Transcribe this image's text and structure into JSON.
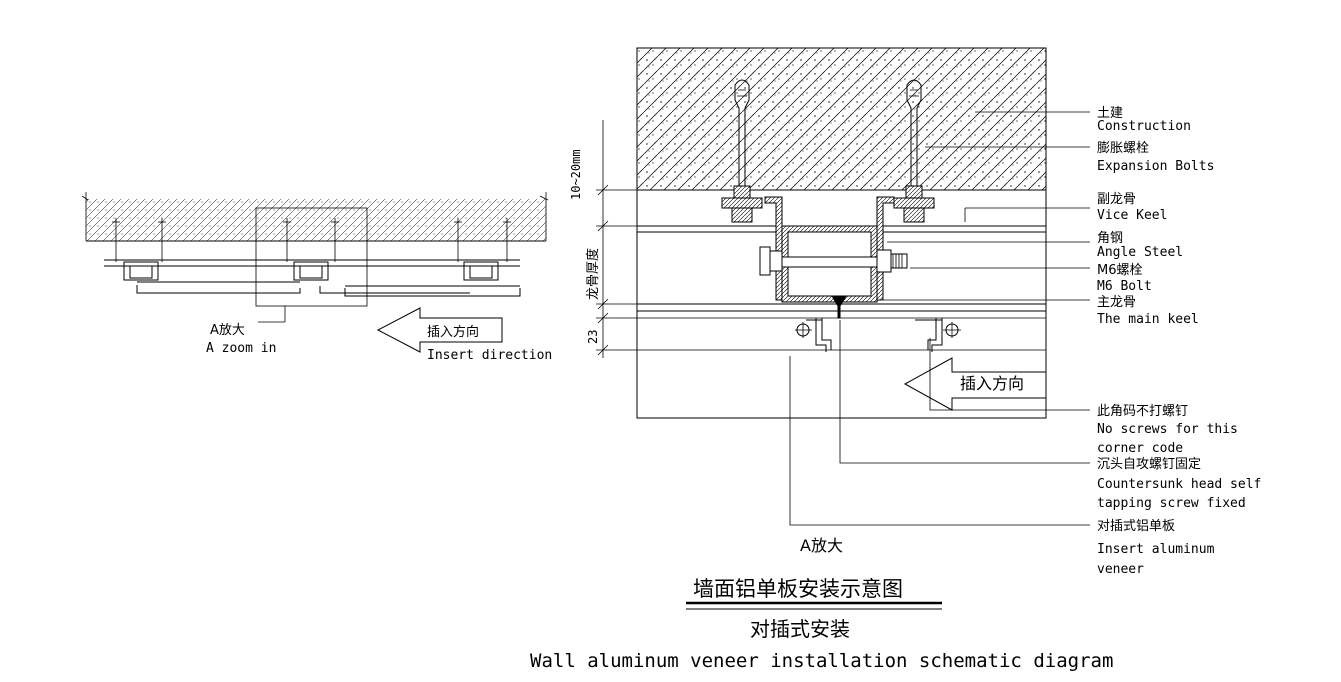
{
  "left_view": {
    "zoom_label_cn": "A放大",
    "zoom_label_en": "A zoom in",
    "insert_direction_cn": "插入方向",
    "insert_direction_en": "Insert direction"
  },
  "dimensions": {
    "gap": "10~20mm",
    "keel_thickness": "龙骨厚度",
    "panel": "23"
  },
  "callouts": [
    {
      "cn": "土建",
      "en": [
        "Construction"
      ]
    },
    {
      "cn": "膨胀螺栓",
      "en": [
        "Expansion Bolts"
      ]
    },
    {
      "cn": "副龙骨",
      "en": [
        "Vice Keel"
      ]
    },
    {
      "cn": "角钢",
      "en": [
        "Angle Steel"
      ]
    },
    {
      "cn": "M6螺栓",
      "en": [
        "M6 Bolt"
      ]
    },
    {
      "cn": "主龙骨",
      "en": [
        "The main keel"
      ]
    },
    {
      "cn": "此角码不打螺钉",
      "en": [
        "No screws for this",
        "corner code"
      ]
    },
    {
      "cn": "沉头自攻螺钉固定",
      "en": [
        "Countersunk head self",
        "tapping screw fixed"
      ]
    },
    {
      "cn": "对插式铝单板",
      "en": [
        "Insert aluminum",
        "veneer"
      ]
    }
  ],
  "detail": {
    "insert_direction_cn": "插入方向",
    "zoom_label_cn": "A放大"
  },
  "title": {
    "cn": "墙面铝单板安装示意图",
    "sub_cn": "对插式安装",
    "en": "Wall aluminum veneer installation schematic diagram"
  }
}
